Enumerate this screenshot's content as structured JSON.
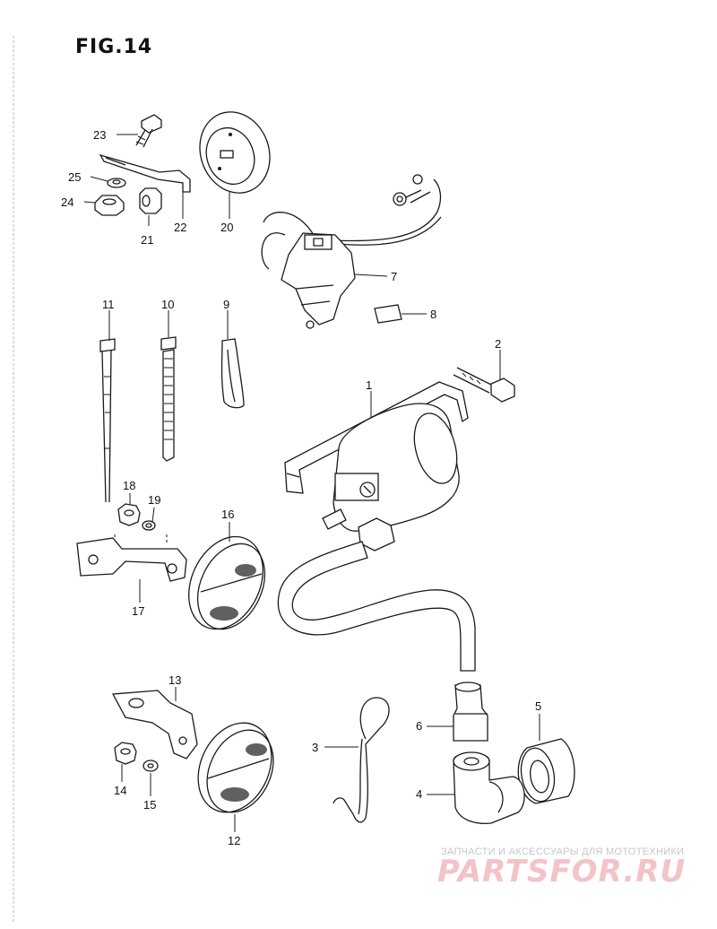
{
  "figure": {
    "title": "FIG.14"
  },
  "parts": [
    {
      "id": "p1",
      "number": "1"
    },
    {
      "id": "p2",
      "number": "2"
    },
    {
      "id": "p3",
      "number": "3"
    },
    {
      "id": "p4",
      "number": "4"
    },
    {
      "id": "p5",
      "number": "5"
    },
    {
      "id": "p6",
      "number": "6"
    },
    {
      "id": "p7",
      "number": "7"
    },
    {
      "id": "p8",
      "number": "8"
    },
    {
      "id": "p9",
      "number": "9"
    },
    {
      "id": "p10",
      "number": "10"
    },
    {
      "id": "p11",
      "number": "11"
    },
    {
      "id": "p12",
      "number": "12"
    },
    {
      "id": "p13",
      "number": "13"
    },
    {
      "id": "p14",
      "number": "14"
    },
    {
      "id": "p15",
      "number": "15"
    },
    {
      "id": "p16",
      "number": "16"
    },
    {
      "id": "p17",
      "number": "17"
    },
    {
      "id": "p18",
      "number": "18"
    },
    {
      "id": "p19",
      "number": "19"
    },
    {
      "id": "p20",
      "number": "20"
    },
    {
      "id": "p21",
      "number": "21"
    },
    {
      "id": "p22",
      "number": "22"
    },
    {
      "id": "p23",
      "number": "23"
    },
    {
      "id": "p24",
      "number": "24"
    },
    {
      "id": "p25",
      "number": "25"
    }
  ],
  "watermark": {
    "caption": "ЗАПЧАСТИ И АКСЕССУАРЫ ДЛЯ МОТОТЕХНИКИ",
    "brand": "PARTSFOR.RU"
  }
}
